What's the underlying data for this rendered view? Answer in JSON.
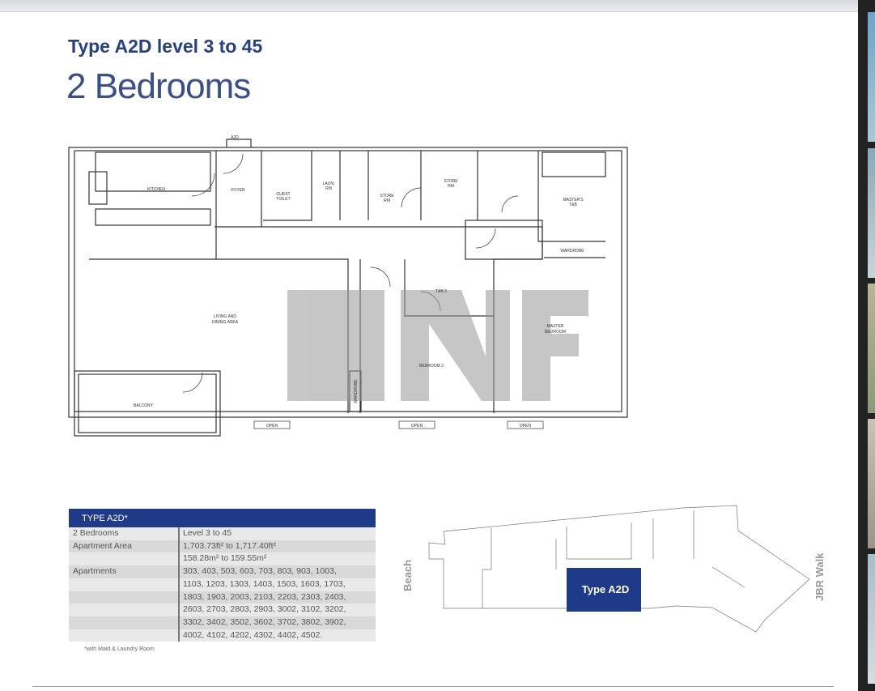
{
  "header": {
    "title": "Type A2D level 3 to 45",
    "subtitle": "2 Bedrooms"
  },
  "floor_plan": {
    "entry_tag": "A2D",
    "rooms": {
      "kitchen": "KITCHEN",
      "foyer": "FOYER",
      "guest_toilet_1": "GUEST",
      "guest_toilet_2": "TOILET",
      "laundry_1": "LAUN.",
      "laundry_2": "RM",
      "store1_1": "STORE",
      "store1_2": "RM",
      "store2_1": "STORE",
      "store2_2": "RM",
      "masters_tb_1": "MASTER'S",
      "masters_tb_2": "T&B",
      "wardrobe_master": "WARDROBE",
      "tb2": "T&B 2",
      "living_1": "LIVING AND",
      "living_2": "DINING AREA",
      "master_bed_1": "MASTER",
      "master_bed_2": "BEDROOM",
      "bedroom2": "BEDROOM 2",
      "wardrobe_bed2": "WARDROBE",
      "balcony": "BALCONY",
      "open": "OPEN"
    },
    "watermark": "MNF"
  },
  "spec_table": {
    "header": "TYPE A2D*",
    "rows": [
      [
        "2 Bedrooms",
        "Level 3 to 45"
      ],
      [
        "Apartment Area",
        "1,703.73ft² to 1,717.40ft²"
      ],
      [
        "",
        "158.28m² to 159.55m²"
      ],
      [
        "Apartments",
        "303, 403, 503, 603, 703, 803, 903, 1003,"
      ],
      [
        "",
        "1103, 1203, 1303, 1403, 1503, 1603, 1703,"
      ],
      [
        "",
        "1803, 1903, 2003, 2103, 2203, 2303, 2403,"
      ],
      [
        "",
        "2603, 2703, 2803, 2903, 3002, 3102, 3202,"
      ],
      [
        "",
        "3302, 3402, 3502, 3602, 3702, 3802, 3902,"
      ],
      [
        "",
        "4002, 4102, 4202, 4302, 4402, 4502."
      ]
    ],
    "footnote": "*with Maid & Laundry Room"
  },
  "key_plan": {
    "highlight_label": "Type A2D",
    "left_label": "Beach",
    "right_label": "JBR Walk",
    "highlight_color": "#203a8a"
  }
}
